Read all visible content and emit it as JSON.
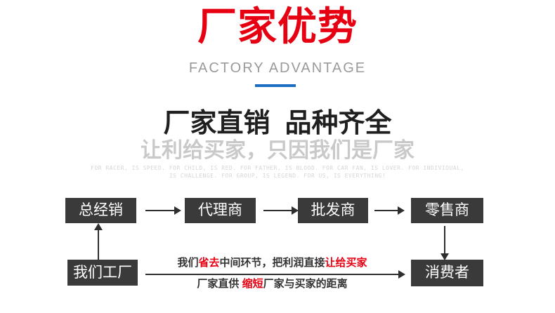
{
  "header": {
    "title": "厂家优势",
    "subtitle": "FACTORY ADVANTAGE"
  },
  "intro": {
    "heading": "厂家直销  品种齐全",
    "subheading": "让利给买家，只因我们是厂家",
    "tagline_line1": "FOR RACER, IS SPEED. FOR CHILD, IS RED. FOR FATHER, IS BLOOD. FOR CAR FAN, IS LOVER. FOR INDIVIDUAL,",
    "tagline_line2": "IS CHALLENGE. FOR GROUP, IS LEGEND. FOR US, IS EVERYTHING!"
  },
  "flow": {
    "chain": [
      "总经销",
      "代理商",
      "批发商",
      "零售商"
    ],
    "factory_label": "我们工厂",
    "consumer_label": "消费者",
    "note1": {
      "seg1": "我们",
      "red1": "省去",
      "seg2": "中间环节，把利润直接",
      "red2": "让给买家"
    },
    "note2": {
      "seg1": "厂家直供 ",
      "red1": "缩短",
      "seg2": "厂家与买家的距离"
    }
  },
  "colors": {
    "accent_red": "#e60012",
    "underline_blue": "#1b6dc1",
    "node_bg": "#3a3a3a",
    "arrow": "#2e2e2e",
    "subheading_gray": "#c9c9c9",
    "tagline_gray": "#d6d6d6"
  }
}
